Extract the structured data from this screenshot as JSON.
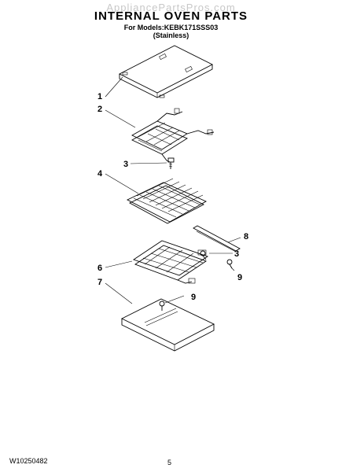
{
  "header": {
    "watermark": "AppliancePartsPros.com",
    "title": "INTERNAL OVEN PARTS",
    "models": "For Models:KEBK171SSS03",
    "finish": "(Stainless)"
  },
  "callouts": [
    {
      "id": "1",
      "label": "1"
    },
    {
      "id": "2",
      "label": "2"
    },
    {
      "id": "3a",
      "label": "3"
    },
    {
      "id": "4",
      "label": "4"
    },
    {
      "id": "3b",
      "label": "3"
    },
    {
      "id": "8",
      "label": "8"
    },
    {
      "id": "6",
      "label": "6"
    },
    {
      "id": "9a",
      "label": "9"
    },
    {
      "id": "7",
      "label": "7"
    },
    {
      "id": "9b",
      "label": "9"
    }
  ],
  "footer": {
    "doc_number": "W10250482",
    "page_number": "5"
  }
}
